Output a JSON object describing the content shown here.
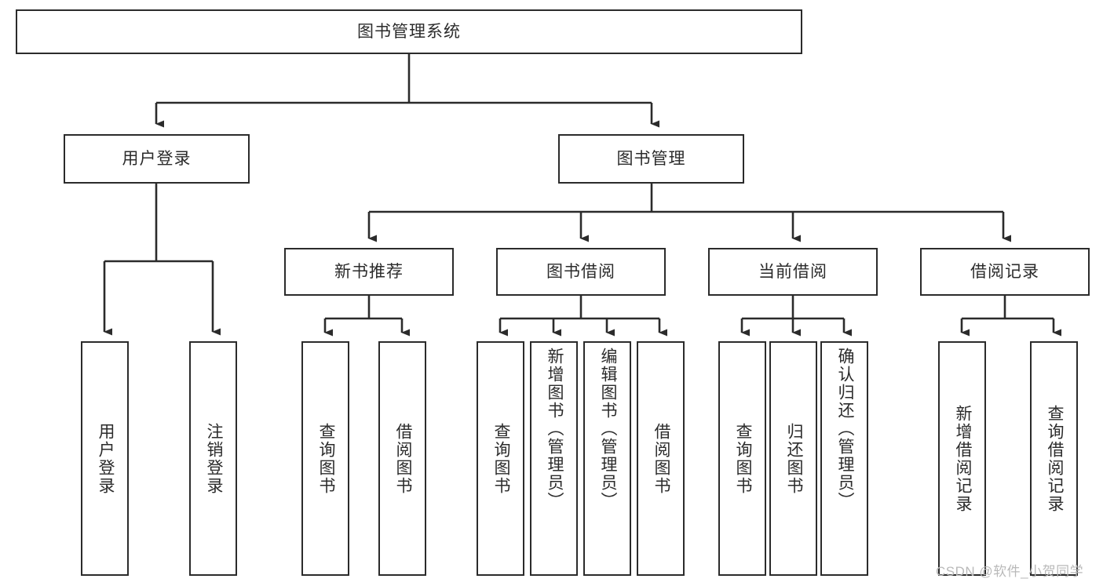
{
  "diagram": {
    "type": "tree-hierarchy",
    "title": "图书管理系统",
    "root": {
      "label": "图书管理系统"
    },
    "level2": [
      {
        "label": "用户登录"
      },
      {
        "label": "图书管理"
      }
    ],
    "level3": [
      {
        "label": "新书推荐"
      },
      {
        "label": "图书借阅"
      },
      {
        "label": "当前借阅"
      },
      {
        "label": "借阅记录"
      }
    ],
    "leaves": {
      "user_login": [
        {
          "label": "用户登录"
        },
        {
          "label": "注销登录"
        }
      ],
      "new_book_recommend": [
        {
          "label": "查询图书"
        },
        {
          "label": "借阅图书"
        }
      ],
      "book_borrow": [
        {
          "label": "查询图书"
        },
        {
          "label": "新增图书（管理员）"
        },
        {
          "label": "编辑图书（管理员）"
        },
        {
          "label": "借阅图书"
        }
      ],
      "current_borrow": [
        {
          "label": "查询图书"
        },
        {
          "label": "归还图书"
        },
        {
          "label": "确认归还（管理员）"
        }
      ],
      "borrow_record": [
        {
          "label": "新增借阅记录"
        },
        {
          "label": "查询借阅记录"
        }
      ]
    }
  },
  "watermark": {
    "text": "CSDN @软件_小贺同学"
  },
  "colors": {
    "border": "#2b2b2b",
    "text": "#2b2b2b",
    "background": "#ffffff",
    "watermark": "#b9b9b9"
  }
}
